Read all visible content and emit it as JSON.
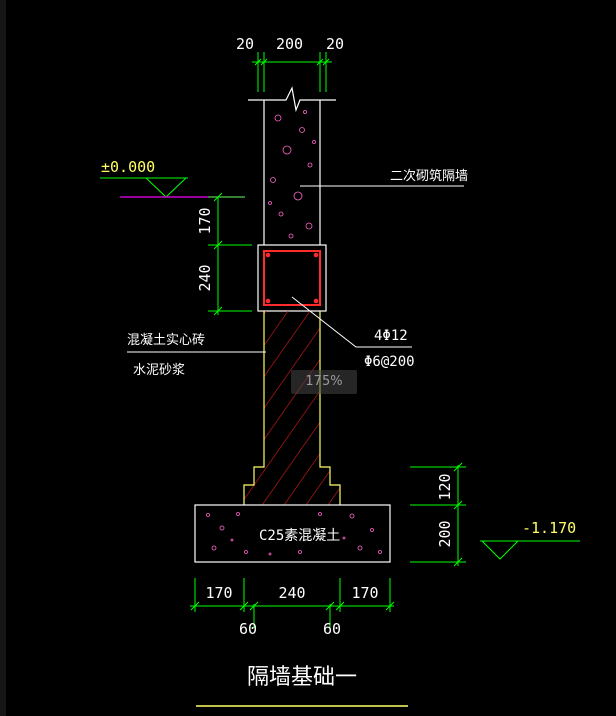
{
  "drawing": {
    "title": "隔墙基础一",
    "colors": {
      "background": "#000000",
      "dimension": "#00ff00",
      "outline": "#ffffff",
      "foundation_wall": "#ffff66",
      "rebar": "#ff2a2a",
      "elevation_line": "#cc00cc",
      "text": "#ffffff",
      "elevation_text": "#ffff66"
    },
    "top_dims": [
      "20",
      "200",
      "20"
    ],
    "left_dims": [
      "170",
      "240"
    ],
    "right_dims": [
      "120",
      "200"
    ],
    "bottom_dims": [
      "170",
      "240",
      "170"
    ],
    "bottom_dims_offset": [
      "60",
      "60"
    ],
    "elevation_top": "±0.000",
    "elevation_bottom": "-1.170",
    "labels": {
      "upper_wall": "二次砌筑隔墙",
      "beam_rebar_main": "4Φ12",
      "beam_rebar_stirrup": "Φ6@200",
      "brick_line1": "混凝土实心砖",
      "brick_line2": "水泥砂浆",
      "footing": "C25素混凝土"
    }
  },
  "viewer": {
    "zoom_label": "175%"
  }
}
